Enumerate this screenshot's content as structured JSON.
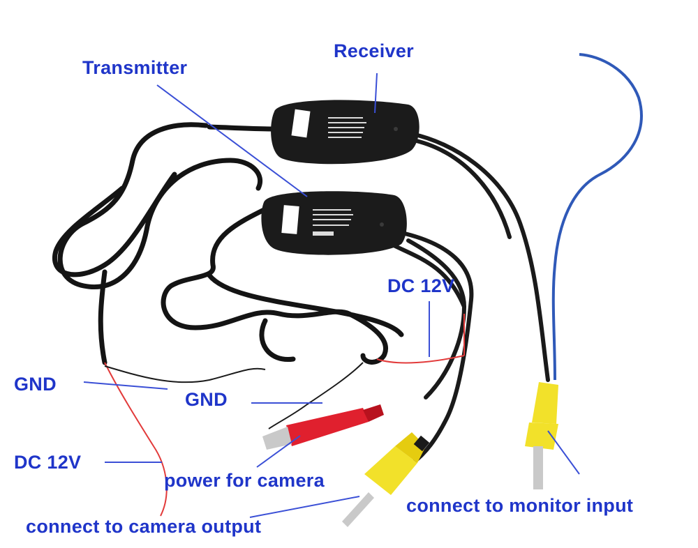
{
  "labels": {
    "receiver": "Receiver",
    "transmitter": "Transmitter",
    "dc12v_right": "DC 12V",
    "gnd_left": "GND",
    "gnd_mid": "GND",
    "dc12v_left": "DC 12V",
    "power_for_camera": "power for camera",
    "connect_monitor": "connect to monitor input",
    "connect_camera": "connect to camera output"
  },
  "colors": {
    "label_text": "#1f35c9",
    "pointer_line": "#3a4fd6",
    "cable_black": "#141414",
    "module_body": "#1b1b1b",
    "wire_red": "#e23a3a",
    "wire_blue": "#2f59b8",
    "rca_yellow": "#f2e12a",
    "dc_plug_red": "#e0202e",
    "metal_pin": "#c9c9c9"
  }
}
